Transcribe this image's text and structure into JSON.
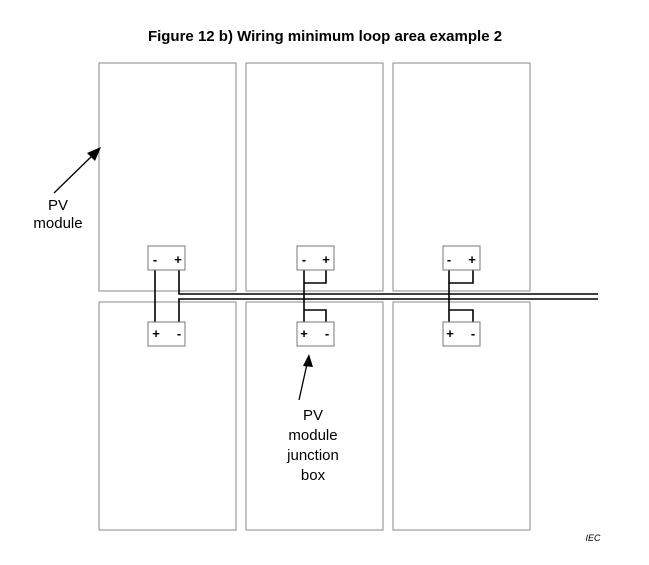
{
  "figure": {
    "title": "Figure 12 b) Wiring minimum loop area example 2",
    "credit": "IEC"
  },
  "labels": {
    "pv_module": [
      "PV",
      "module"
    ],
    "junction_box": [
      "PV",
      "module",
      "junction",
      "box"
    ]
  },
  "terminals": {
    "minus": "-",
    "plus": "+"
  },
  "colors": {
    "panel_border": "#8a8a8a",
    "wire": "#000000",
    "background": "#ffffff"
  }
}
